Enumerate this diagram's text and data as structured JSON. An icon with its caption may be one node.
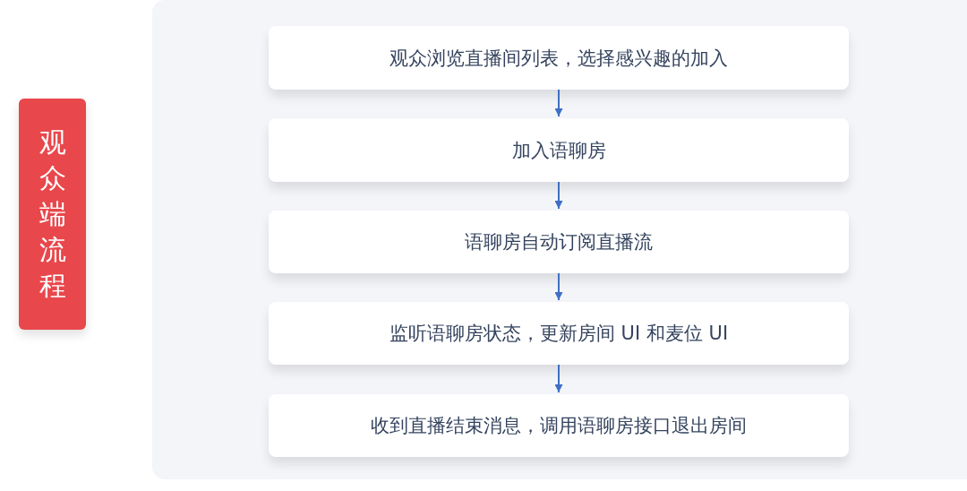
{
  "diagram": {
    "nodes": [
      {
        "text": [
          "观众端流程"
        ]
      },
      {
        "text": [],
        "shape": "box"
      },
      {
        "text": [
          "观众浏览直播间列表，选择感兴趣的加入"
        ],
        "in": 1
      },
      {
        "text": [
          "加入语聊房"
        ],
        "in": 1
      },
      {
        "text": [
          "语聊房自动订阅直播流"
        ],
        "in": 1
      },
      {
        "text": [
          "监听语聊房状态，更新房间 UI 和麦位 UI"
        ],
        "in": 1
      },
      {
        "text": [
          "收到直播结束消息，调用语聊房接口退出房间"
        ],
        "in": 1
      }
    ],
    "edges": [
      {
        "from": 2,
        "to": 3,
        "arrow": "to"
      },
      {
        "from": 3,
        "to": 4,
        "arrow": "to"
      },
      {
        "from": 4,
        "to": 5,
        "arrow": "to"
      },
      {
        "from": 5,
        "to": 6,
        "arrow": "to"
      }
    ]
  }
}
